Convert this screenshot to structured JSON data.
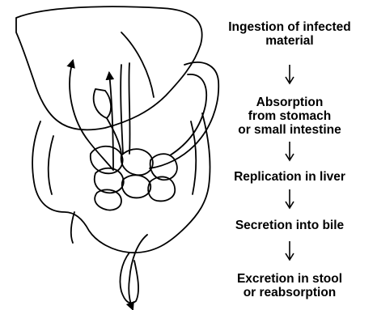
{
  "steps": [
    {
      "lines": [
        "Ingestion of infected",
        "material"
      ]
    },
    {
      "lines": [
        "Absorption",
        "from stomach",
        "or small intestine"
      ]
    },
    {
      "lines": [
        "Replication in liver"
      ]
    },
    {
      "lines": [
        "Secretion into bile"
      ]
    },
    {
      "lines": [
        "Excretion in stool",
        "or reabsorption"
      ]
    }
  ],
  "colors": {
    "ink": "#000000",
    "background": "#ffffff"
  },
  "illustration": "liver-stomach-intestine-line-drawing"
}
